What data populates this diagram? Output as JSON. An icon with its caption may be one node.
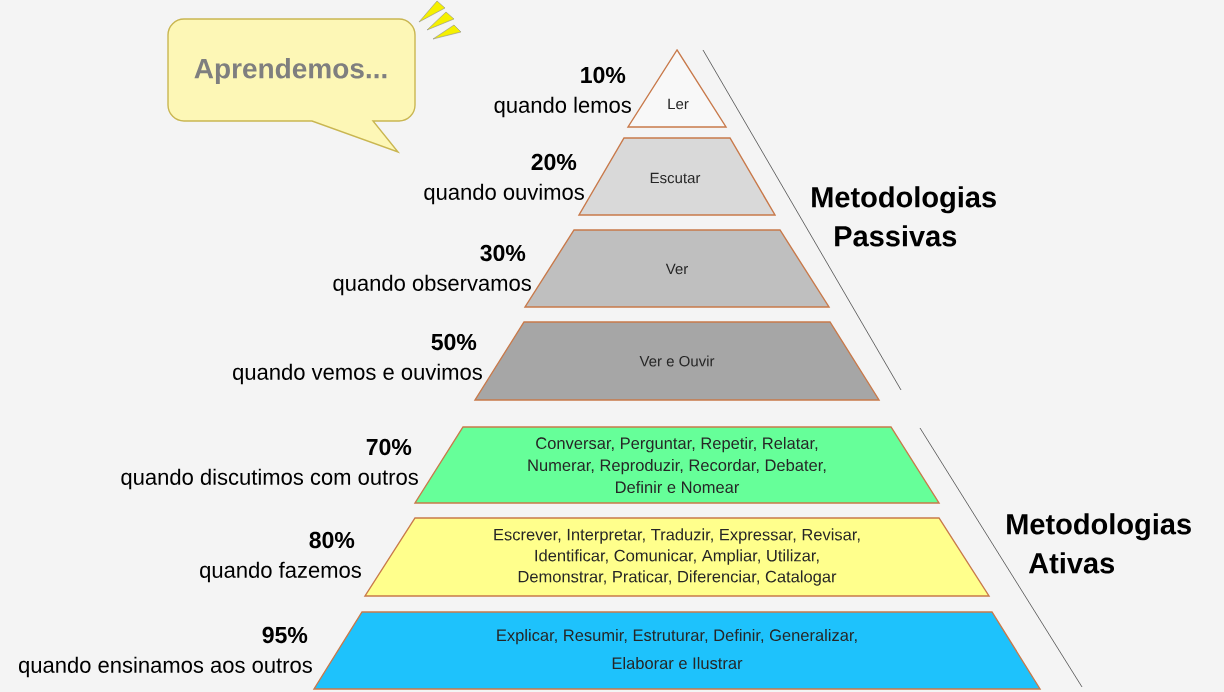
{
  "diagram": {
    "nodes": [
      {
        "text": [
          "Aprendemos..."
        ]
      },
      {
        "text": [
          "Ler"
        ],
        "beside": [
          "10%",
          "quando lemos"
        ]
      },
      {
        "text": [
          "Escutar"
        ],
        "beside": [
          "20%",
          "quando ouvimos"
        ]
      },
      {
        "text": [
          "Ver"
        ],
        "beside": [
          "30%",
          "quando observamos"
        ]
      },
      {
        "text": [
          "Ver e Ouvir"
        ],
        "beside": [
          "50%",
          "quando vemos e ouvimos"
        ]
      },
      {
        "text": [
          "Conversar, Perguntar, Repetir, Relatar, Numerar, Reproduzir, Recordar, Debater, Definir e Nomear"
        ],
        "beside": [
          "70%",
          "quando discutimos com outros"
        ]
      },
      {
        "text": [
          "Escrever, Interpretar, Traduzir, Expressar, Revisar, Identificar, Comunicar, Ampliar, Utilizar, Demonstrar, Praticar, Diferenciar, Catalogar"
        ],
        "beside": [
          "80%",
          "quando fazemos"
        ]
      },
      {
        "text": [
          "Explicar, Resumir, Estruturar, Definir, Generalizar, Elaborar e Ilustrar"
        ],
        "beside": [
          "95%",
          "quando ensinamos aos outros"
        ]
      }
    ],
    "labels": [
      "Metodologias Passivas",
      "Metodologias Ativas"
    ]
  }
}
